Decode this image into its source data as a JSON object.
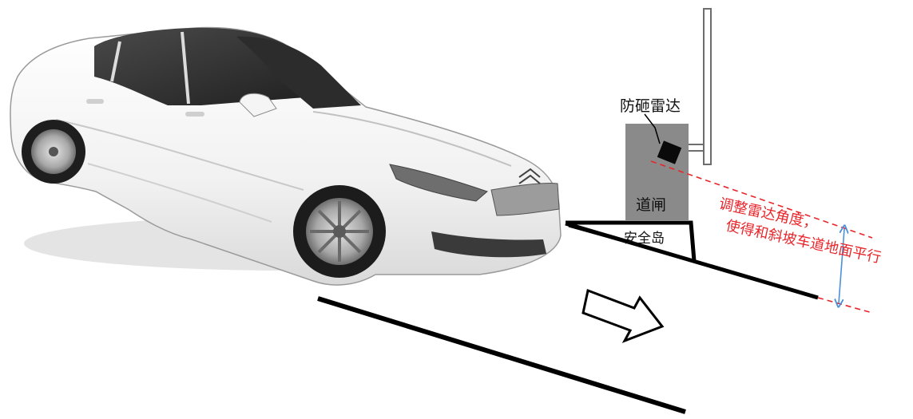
{
  "labels": {
    "radar": "防砸雷达",
    "gate": "道闸",
    "island": "安全岛"
  },
  "annotation": {
    "line1": "调整雷达角度，",
    "line2": "使得和斜坡车道地面平行"
  },
  "colors": {
    "annotation_text": "#e8262b",
    "beam_line": "#e8262b",
    "gate_box": "#8a8a8a",
    "measure_arrow": "#4a90d9"
  },
  "icons": [
    "car-illustration",
    "radar-sensor",
    "direction-arrow"
  ]
}
